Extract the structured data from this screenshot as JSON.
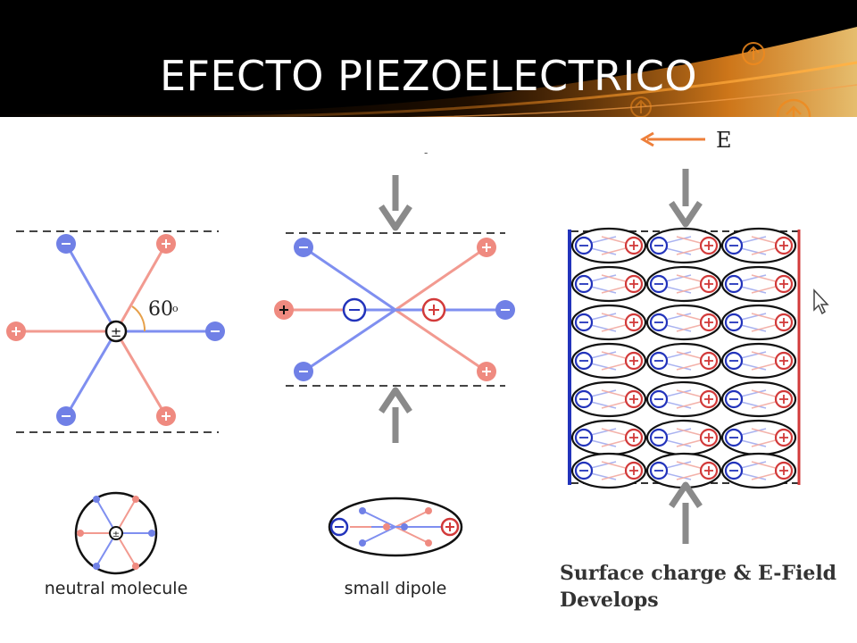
{
  "slide": {
    "title": "EFECTO PIEZOELECTRICO"
  },
  "colors": {
    "positive": "#ef8a80",
    "negative": "#6f7fe0",
    "plate_neg": "#2233bb",
    "plate_pos": "#d23a3a",
    "arrow_gray": "#8a8a8a",
    "efield_arrow": "#ee7f3a",
    "title_bg": "#000000",
    "title_glow": "#f08a1e"
  },
  "panel_neutral": {
    "angle_label": "60",
    "degree_mark": "o",
    "caption": "neutral molecule",
    "center_symbol": "±"
  },
  "panel_dipole": {
    "caption": "small dipole",
    "minus_symbol": "−",
    "plus_symbol": "+"
  },
  "panel_surface": {
    "efield_label": "E",
    "caption_line1": "Surface charge & E-Field",
    "caption_line2": "Develops"
  },
  "icons": [
    "upload-circle-icon",
    "cursor-arrow-icon"
  ]
}
